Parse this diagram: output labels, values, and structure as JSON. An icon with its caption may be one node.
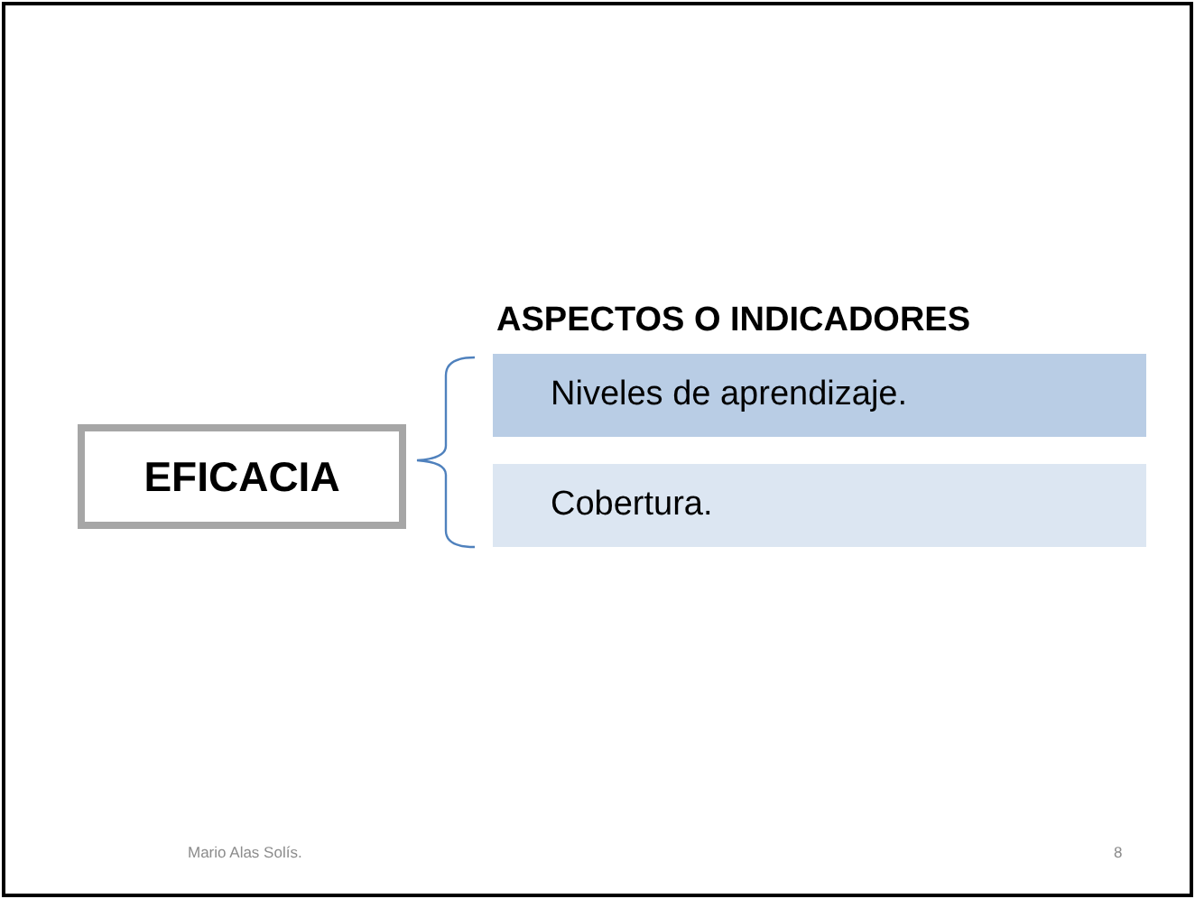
{
  "diagram": {
    "title": "ASPECTOS O INDICADORES",
    "nodes": [
      {
        "text": [
          "EFICACIA"
        ]
      },
      {
        "text": [
          "Niveles de aprendizaje."
        ]
      },
      {
        "text": [
          "Cobertura."
        ]
      }
    ],
    "labels": [
      "Mario Alas Solís.",
      "8"
    ]
  }
}
